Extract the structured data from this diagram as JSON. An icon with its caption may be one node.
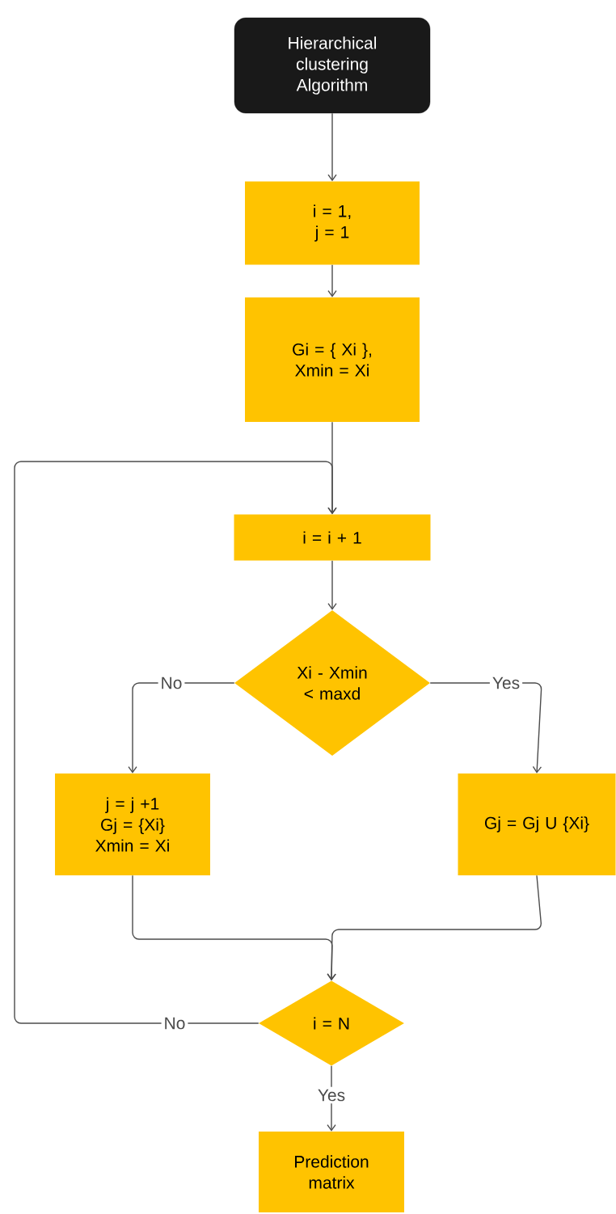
{
  "diagram": {
    "nodes": [
      {
        "text": [
          "Hierarchical clustering Algorithm"
        ]
      },
      {
        "text": [
          "i = 1, j = 1"
        ]
      },
      {
        "text": [
          "Gi = { Xi }, Xmin = Xi"
        ]
      },
      {
        "text": [
          "i = i + 1"
        ]
      },
      {
        "text": [
          "Xi - Xmin < maxd"
        ]
      },
      {
        "text": [
          "j = j +1 Gj = {Xi} Xmin = Xi"
        ]
      },
      {
        "text": [
          "Gj = Gj U {Xi}"
        ]
      },
      {
        "text": [
          "i = N"
        ]
      },
      {
        "text": [
          "Prediction matrix"
        ]
      }
    ],
    "edges": [
      {
        "from": 0,
        "to": 1,
        "arrow": "to"
      },
      {
        "from": 1,
        "to": 2,
        "arrow": "to"
      },
      {
        "from": 2,
        "to": 3,
        "arrow": "to"
      },
      {
        "from": 7,
        "to": 3,
        "label": "No",
        "arrow": "to"
      },
      {
        "from": 3,
        "to": 4,
        "arrow": "to"
      },
      {
        "from": 4,
        "to": 5,
        "label": "No",
        "arrow": "to"
      },
      {
        "from": 4,
        "to": 6,
        "label": "Yes",
        "arrow": "to"
      },
      {
        "from": 5,
        "to": 7,
        "arrow": "to"
      },
      {
        "from": 6,
        "to": 7,
        "arrow": "to"
      },
      {
        "from": 7,
        "to": 8,
        "label": "Yes",
        "arrow": "to"
      }
    ]
  }
}
